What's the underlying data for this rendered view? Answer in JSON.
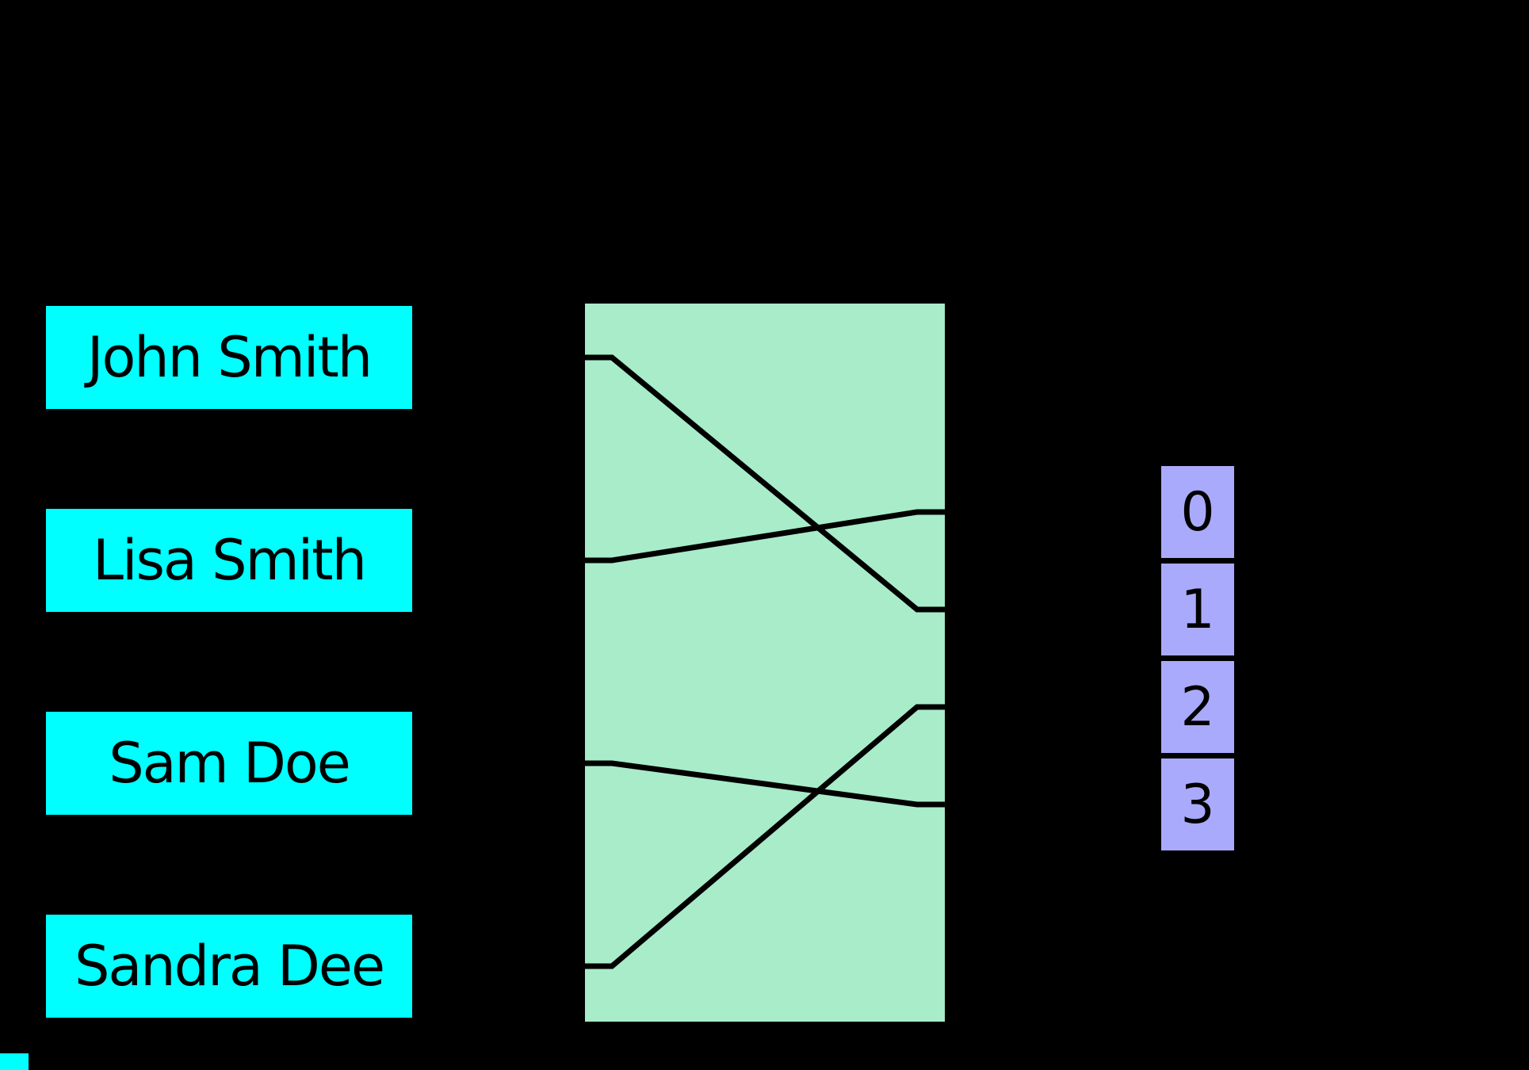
{
  "diagram": {
    "type": "hash-function-mapping",
    "keys": [
      {
        "label": "John Smith"
      },
      {
        "label": "Lisa Smith"
      },
      {
        "label": "Sam Doe"
      },
      {
        "label": "Sandra Dee"
      }
    ],
    "buckets": [
      {
        "label": "0"
      },
      {
        "label": "1"
      },
      {
        "label": "2"
      },
      {
        "label": "3"
      }
    ],
    "connections": [
      {
        "key": 0,
        "bucket": 1
      },
      {
        "key": 1,
        "bucket": 0
      },
      {
        "key": 2,
        "bucket": 3
      },
      {
        "key": 3,
        "bucket": 2
      }
    ],
    "colors": {
      "background": "#000000",
      "key_box": "#00ffff",
      "hash_box": "#a8ecca",
      "bucket_cell": "#aaaafc",
      "line": "#000000",
      "text": "#000000"
    }
  }
}
